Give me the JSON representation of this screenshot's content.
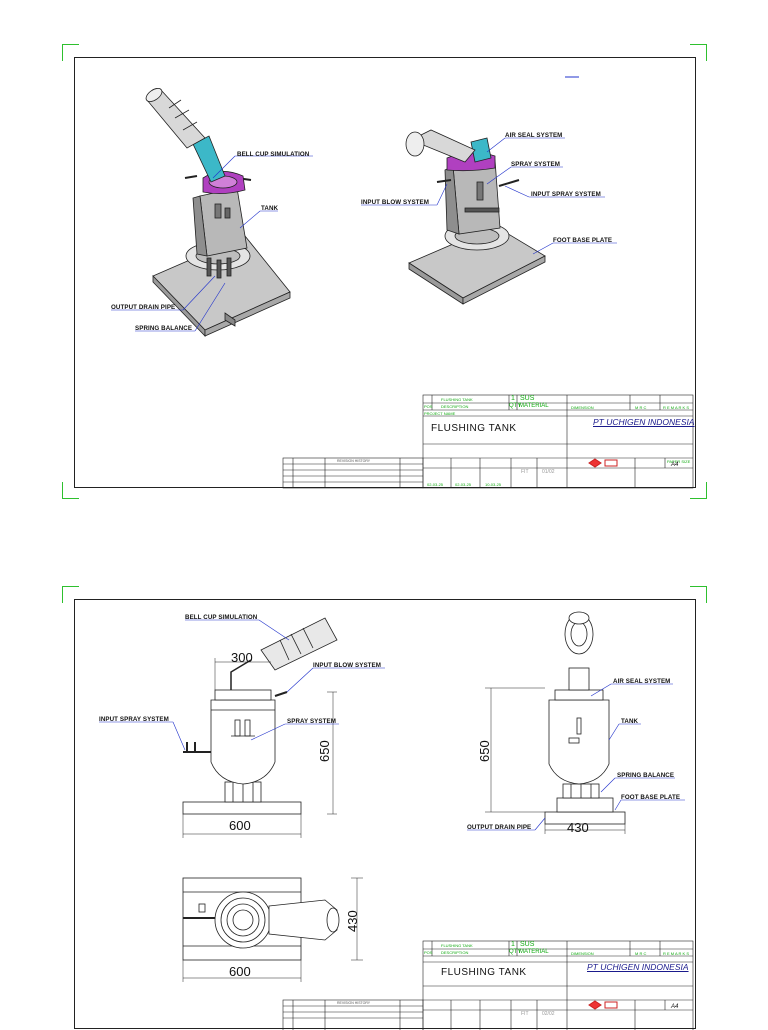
{
  "sheet1": {
    "labels": {
      "bell_cup": "BELL CUP SIMULATION",
      "tank": "TANK",
      "output_drain": "OUTPUT DRAIN PIPE",
      "spring_balance": "SPRING BALANCE",
      "air_seal": "AIR SEAL SYSTEM",
      "spray_system": "SPRAY SYSTEM",
      "input_spray": "INPUT SPRAY SYSTEM",
      "input_blow": "INPUT BLOW SYSTEM",
      "foot_base": "FOOT BASE PLATE"
    },
    "title_block": {
      "part_name": "FLUSHING TANK",
      "qty": "1",
      "material": "SUS",
      "qty_label": "QTY",
      "material_label": "MATERIAL",
      "description_label": "DESCRIPTION",
      "pos_label": "POS",
      "project_name_label": "PROJECT NAME",
      "title": "FLUSHING TANK",
      "company": "PT UCHIGEN INDONESIA",
      "dimension_label": "DIMENSION",
      "mrc_label": "M R C",
      "remarks_label": "R E M A R K S",
      "scale": "FIT",
      "page": "01/02",
      "paper_size": "A4",
      "paper_label": "PAPER SIZE",
      "rev_label": "REVISION HISTORY",
      "drawn": "02-03-25",
      "checked": "02-03-25",
      "approved": "10-03-25"
    }
  },
  "sheet2": {
    "labels": {
      "bell_cup": "BELL CUP SIMULATION",
      "input_blow": "INPUT BLOW SYSTEM",
      "input_spray": "INPUT SPRAY SYSTEM",
      "spray_system": "SPRAY SYSTEM",
      "air_seal": "AIR SEAL SYSTEM",
      "tank": "TANK",
      "spring_balance": "SPRING BALANCE",
      "foot_base": "FOOT BASE PLATE",
      "output_drain": "OUTPUT DRAIN PIPE"
    },
    "dimensions": {
      "d300": "300",
      "d650a": "650",
      "d600a": "600",
      "d650b": "650",
      "d430a": "430",
      "d430b": "430",
      "d600b": "600"
    },
    "title_block": {
      "part_name": "FLUSHING TANK",
      "qty": "1",
      "material": "SUS",
      "qty_label": "QTY",
      "material_label": "MATERIAL",
      "description_label": "DESCRIPTION",
      "pos_label": "POS",
      "title": "FLUSHING TANK",
      "company": "PT UCHIGEN INDONESIA",
      "dimension_label": "DIMENSION",
      "mrc_label": "M R C",
      "remarks_label": "R E M A R K S",
      "scale": "FIT",
      "page": "02/02",
      "paper_size": "A4",
      "rev_label": "REVISION HISTORY"
    }
  },
  "colors": {
    "accent_green": "#1aa31a",
    "crop_green": "#2ec02e",
    "label_blue": "#2233cc",
    "pipe_cyan": "#3cb8c8",
    "seal_magenta": "#b040c0",
    "company_blue": "#1a1a8c"
  }
}
